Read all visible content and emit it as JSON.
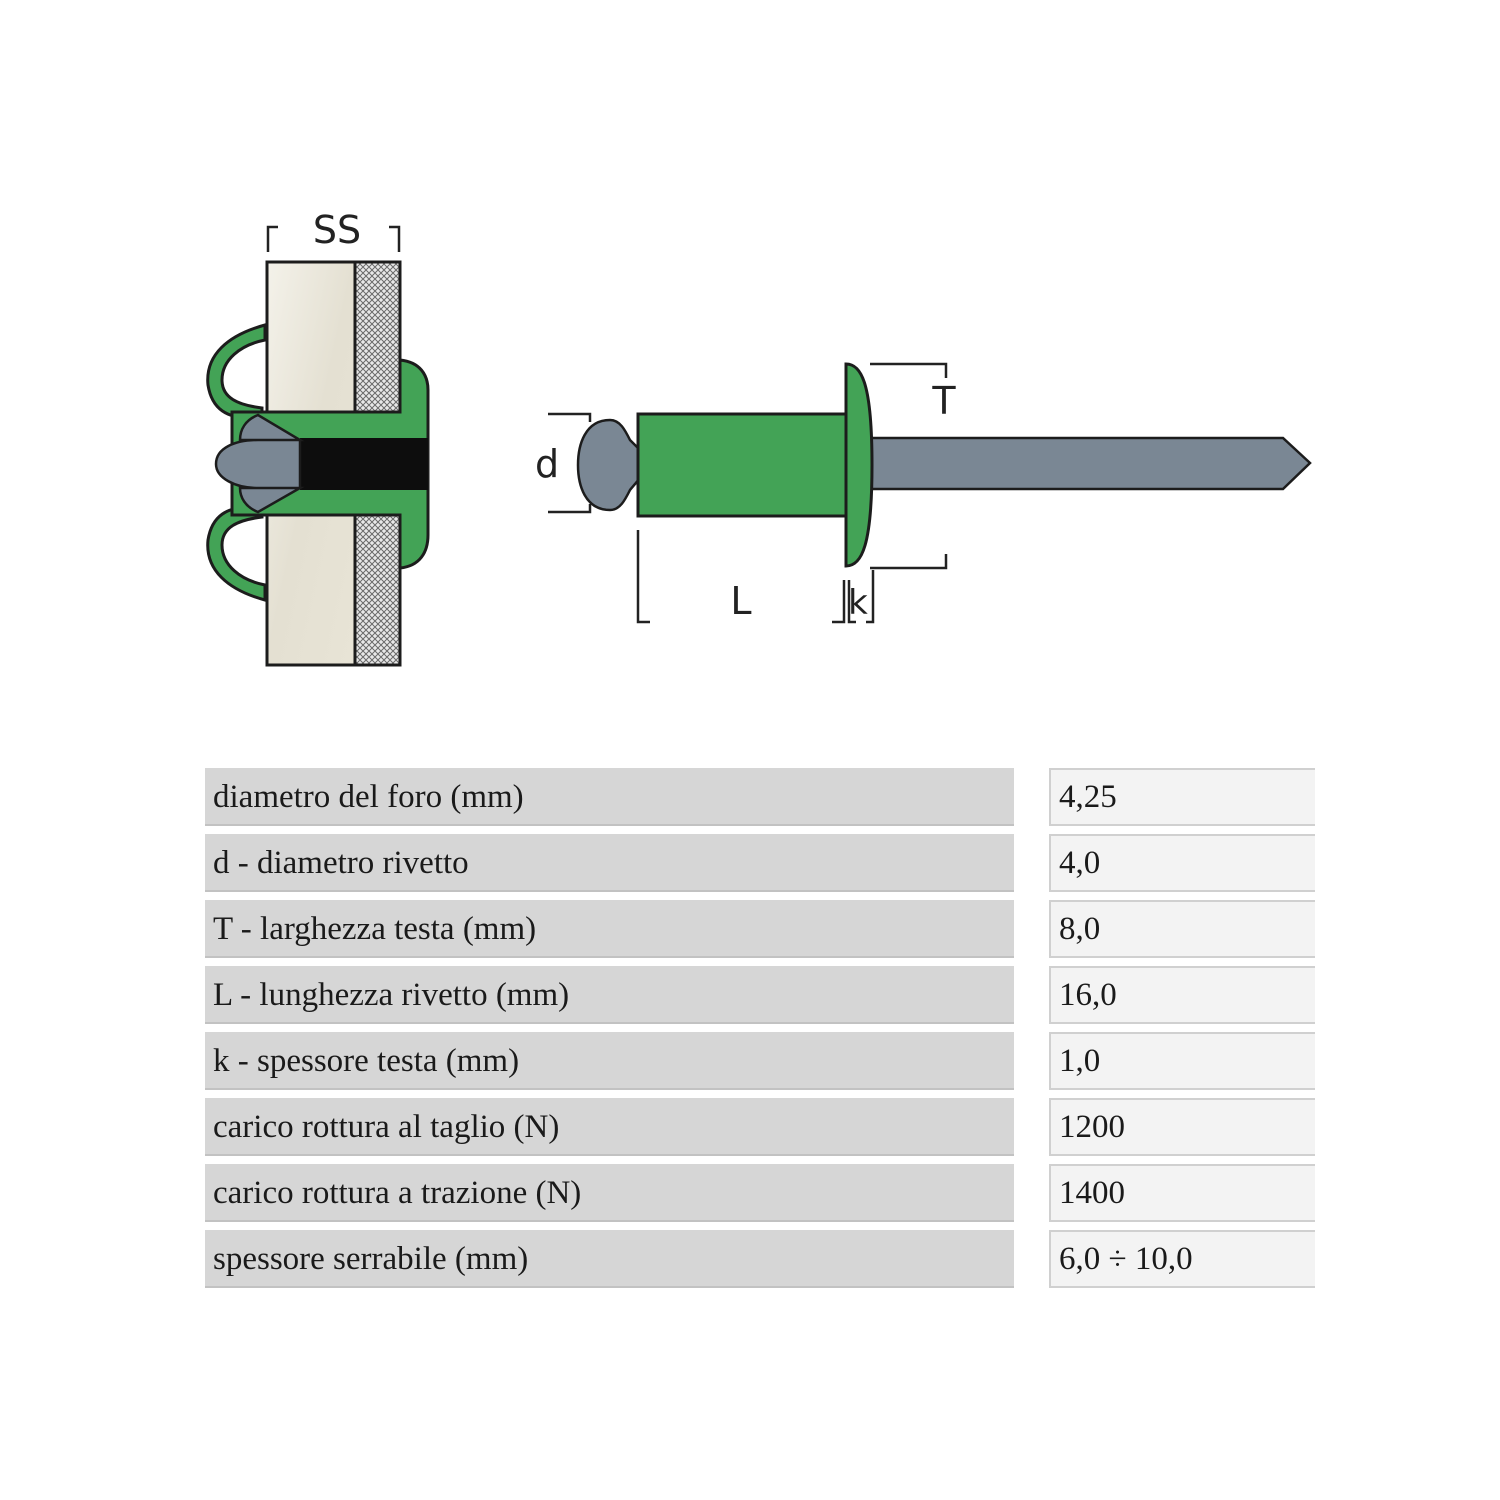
{
  "diagram": {
    "labels": {
      "ss": "SS",
      "d": "d",
      "t": "T",
      "l": "L",
      "k": "k"
    },
    "colors": {
      "rivet_body": "#43a356",
      "mandrel": "#7a8794",
      "sheet": "#e6e2d6",
      "outline": "#1c1c1c"
    }
  },
  "specs": [
    {
      "label": "diametro del foro (mm)",
      "value": "4,25"
    },
    {
      "label": "d - diametro rivetto",
      "value": "4,0"
    },
    {
      "label": "T - larghezza testa (mm)",
      "value": "8,0"
    },
    {
      "label": "L - lunghezza rivetto (mm)",
      "value": "16,0"
    },
    {
      "label": "k - spessore testa (mm)",
      "value": "1,0"
    },
    {
      "label": "carico rottura al taglio (N)",
      "value": "1200"
    },
    {
      "label": "carico rottura a trazione (N)",
      "value": "1400"
    },
    {
      "label": "spessore serrabile (mm)",
      "value": "6,0 ÷ 10,0"
    }
  ]
}
